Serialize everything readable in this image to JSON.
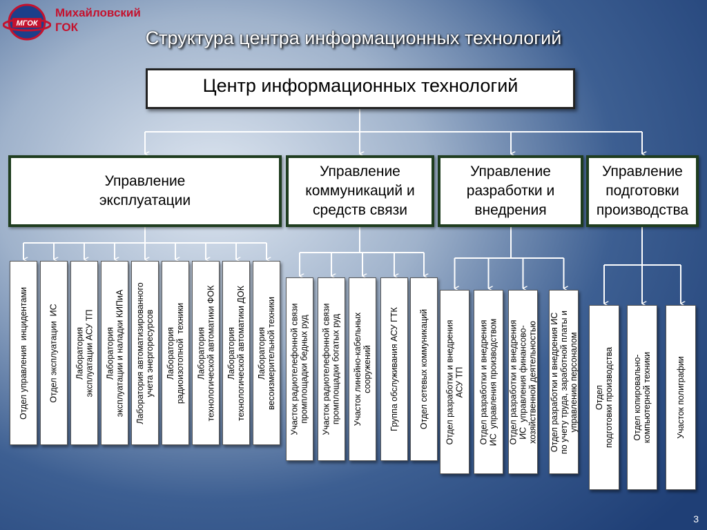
{
  "header": {
    "company_line1": "Михайловский",
    "company_line2": "ГОК",
    "logo_text": "МГОК",
    "title": "Структура центра информационных технологий"
  },
  "colors": {
    "company_red": "#c4122e",
    "box_fill": "#ffffff",
    "division_border": "#1f3d1f",
    "connector": "#ffffff"
  },
  "org": {
    "root": "Центр информационных технологий",
    "divisions": [
      {
        "label": "Управление\nэксплуатации",
        "units": [
          "Отдел управления  инцидентами",
          "Отдел эксплуатации  ИС",
          "Лаборатория\nэксплуатации АСУ ТП",
          "Лаборатория\nэксплуатации и наладки КИПиА",
          "Лаборатория автоматизированного\nучета энергоресурсов",
          "Лаборатория\nрадиоизотопной  техники",
          "Лаборатория\nтехнологической автоматики ФОК",
          "Лаборатория\nтехнологической автоматики ДОК",
          "Лаборатория\nвесоизмерительной техники"
        ]
      },
      {
        "label": "Управление\nкоммуникаций и\nсредств связи",
        "units": [
          "Участок радиотелефонной связи\nпромплощадки бедных руд",
          "Участок радиотелефонной связи\nпромплощадки богатых руд",
          "Участок линейно-кабельных\nсооружений",
          "Группа обслуживания АСУ ГТК",
          "Отдел сетевых коммуникаций"
        ]
      },
      {
        "label": "Управление\nразработки и\nвнедрения",
        "units": [
          "Отдел разработки и внедрения\nАСУ ТП",
          "Отдел разработки и внедрения\nИС  управления производством",
          "Отдел разработки и внедрения\nИС  управления финансово-\nхозяйственной деятельностью",
          "Отдел разработки и внедрения ИС\nпо учету труда, заработной платы и\nуправлению персоналом"
        ]
      },
      {
        "label": "Управление\nподготовки\nпроизводства",
        "units": [
          "Отдел\nподготовки производства",
          "Отдел копировально-\nкомпьютерной техники",
          "Участок полиграфии"
        ]
      }
    ]
  },
  "page_number": "3"
}
